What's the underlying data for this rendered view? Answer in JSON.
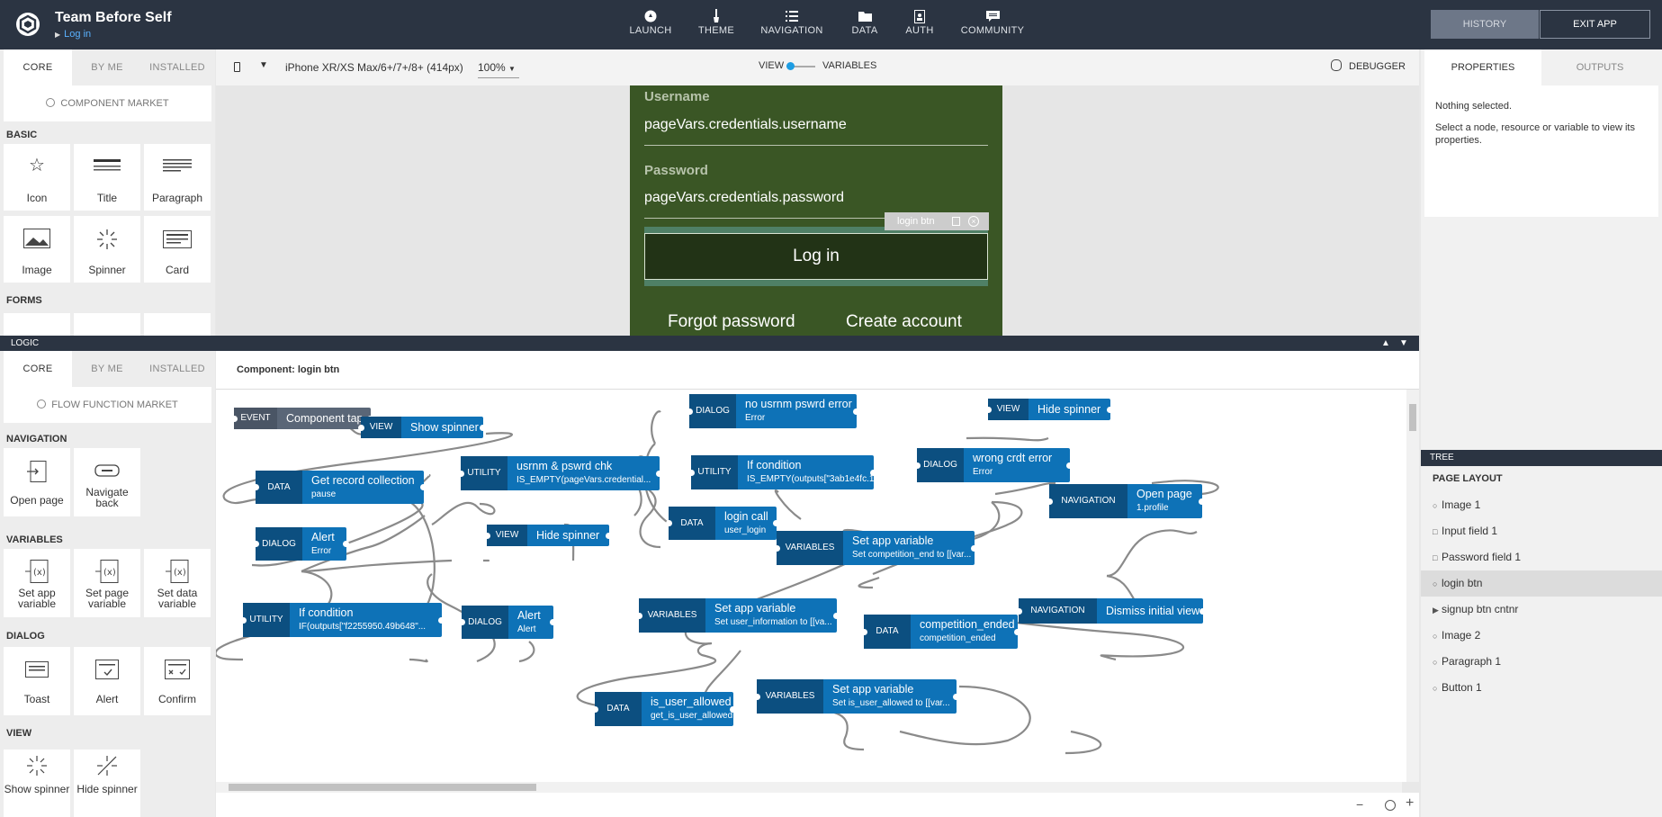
{
  "app": {
    "title": "Team Before Self",
    "page": "Log in"
  },
  "topnav": [
    {
      "label": "LAUNCH",
      "icon": "rocket-icon"
    },
    {
      "label": "THEME",
      "icon": "brush-icon"
    },
    {
      "label": "NAVIGATION",
      "icon": "list-icon"
    },
    {
      "label": "DATA",
      "icon": "folder-icon"
    },
    {
      "label": "AUTH",
      "icon": "auth-icon"
    },
    {
      "label": "COMMUNITY",
      "icon": "chat-icon"
    }
  ],
  "topbuttons": {
    "history": "HISTORY",
    "exit": "EXIT APP"
  },
  "components_panel": {
    "tabs": [
      "CORE",
      "BY ME",
      "INSTALLED"
    ],
    "market": "COMPONENT MARKET",
    "sections": {
      "basic": "BASIC",
      "forms": "FORMS"
    },
    "tiles": [
      {
        "label": "Icon",
        "icon": "star-icon"
      },
      {
        "label": "Title",
        "icon": "title-icon"
      },
      {
        "label": "Paragraph",
        "icon": "paragraph-icon"
      },
      {
        "label": "Image",
        "icon": "image-icon"
      },
      {
        "label": "Spinner",
        "icon": "spinner-icon"
      },
      {
        "label": "Card",
        "icon": "card-icon"
      }
    ]
  },
  "devicebar": {
    "device": "iPhone XR/XS Max/6+/7+/8+ (414px)",
    "zoom": "100%",
    "view_label": "VIEW",
    "variables_label": "VARIABLES",
    "debugger": "DEBUGGER"
  },
  "preview": {
    "username_label": "Username",
    "username_value": "pageVars.credentials.username",
    "password_label": "Password",
    "password_value": "pageVars.credentials.password",
    "selected_tag": "login btn",
    "login_button": "Log in",
    "forgot": "Forgot password",
    "create": "Create account"
  },
  "logic": {
    "bar_label": "LOGIC",
    "tabs": [
      "CORE",
      "BY ME",
      "INSTALLED"
    ],
    "market": "FLOW FUNCTION MARKET",
    "component_title": "Component: login btn",
    "sections": {
      "navigation": "NAVIGATION",
      "variables": "VARIABLES",
      "dialog": "DIALOG",
      "view": "VIEW"
    },
    "tiles": {
      "navigation": [
        {
          "label": "Open page"
        },
        {
          "label": "Navigate back"
        }
      ],
      "variables": [
        {
          "label": "Set app variable"
        },
        {
          "label": "Set page variable"
        },
        {
          "label": "Set data variable"
        }
      ],
      "dialog": [
        {
          "label": "Toast"
        },
        {
          "label": "Alert"
        },
        {
          "label": "Confirm"
        }
      ],
      "view": [
        {
          "label": "Show spinner"
        },
        {
          "label": "Hide spinner"
        }
      ]
    }
  },
  "flow_nodes": [
    {
      "cat": "EVENT",
      "title": "Component tap",
      "sub": ""
    },
    {
      "cat": "VIEW",
      "title": "Show spinner",
      "sub": ""
    },
    {
      "cat": "DATA",
      "title": "Get record collection",
      "sub": "pause"
    },
    {
      "cat": "UTILITY",
      "title": "usrnm & pswrd chk",
      "sub": "IS_EMPTY(pageVars.credential..."
    },
    {
      "cat": "DIALOG",
      "title": "Alert",
      "sub": "Error"
    },
    {
      "cat": "VIEW",
      "title": "Hide spinner",
      "sub": ""
    },
    {
      "cat": "UTILITY",
      "title": "If condition",
      "sub": "IF(outputs[\"f2255950.49b648\"..."
    },
    {
      "cat": "DIALOG",
      "title": "Alert",
      "sub": "Alert"
    },
    {
      "cat": "DIALOG",
      "title": "no usrnm pswrd error",
      "sub": "Error"
    },
    {
      "cat": "VIEW",
      "title": "Hide spinner",
      "sub": ""
    },
    {
      "cat": "UTILITY",
      "title": "If condition",
      "sub": "IS_EMPTY(outputs[\"3ab1e4fc.1..."
    },
    {
      "cat": "DIALOG",
      "title": "wrong crdt error",
      "sub": "Error"
    },
    {
      "cat": "DATA",
      "title": "login call",
      "sub": "user_login"
    },
    {
      "cat": "NAVIGATION",
      "title": "Open page",
      "sub": "1.profile"
    },
    {
      "cat": "VARIABLES",
      "title": "Set app variable",
      "sub": "Set competition_end to [[var..."
    },
    {
      "cat": "NAVIGATION",
      "title": "Dismiss initial view",
      "sub": ""
    },
    {
      "cat": "VARIABLES",
      "title": "Set app variable",
      "sub": "Set user_information to [[va..."
    },
    {
      "cat": "DATA",
      "title": "competition_ended",
      "sub": "competition_ended"
    },
    {
      "cat": "DATA",
      "title": "is_user_allowed",
      "sub": "get_is_user_allowed"
    },
    {
      "cat": "VARIABLES",
      "title": "Set app variable",
      "sub": "Set is_user_allowed to [[var..."
    }
  ],
  "properties_panel": {
    "tabs": [
      "PROPERTIES",
      "OUTPUTS"
    ],
    "nothing": "Nothing selected.",
    "hint": "Select a node, resource or variable to view its properties."
  },
  "tree": {
    "header": "TREE",
    "root": "PAGE LAYOUT",
    "items": [
      {
        "label": "Image 1",
        "icon": "circle"
      },
      {
        "label": "Input field 1",
        "icon": "square"
      },
      {
        "label": "Password field 1",
        "icon": "square"
      },
      {
        "label": "login btn",
        "icon": "circle",
        "selected": true
      },
      {
        "label": "signup btn cntnr",
        "icon": "triangle"
      },
      {
        "label": "Image 2",
        "icon": "circle"
      },
      {
        "label": "Paragraph 1",
        "icon": "circle"
      },
      {
        "label": "Button 1",
        "icon": "circle"
      }
    ]
  },
  "colors": {
    "topbar": "#2b3442",
    "node": "#0e72b7",
    "node_cat": "#0c4f80",
    "phone_bg": "#3a5625",
    "link": "#5ab2ff"
  }
}
